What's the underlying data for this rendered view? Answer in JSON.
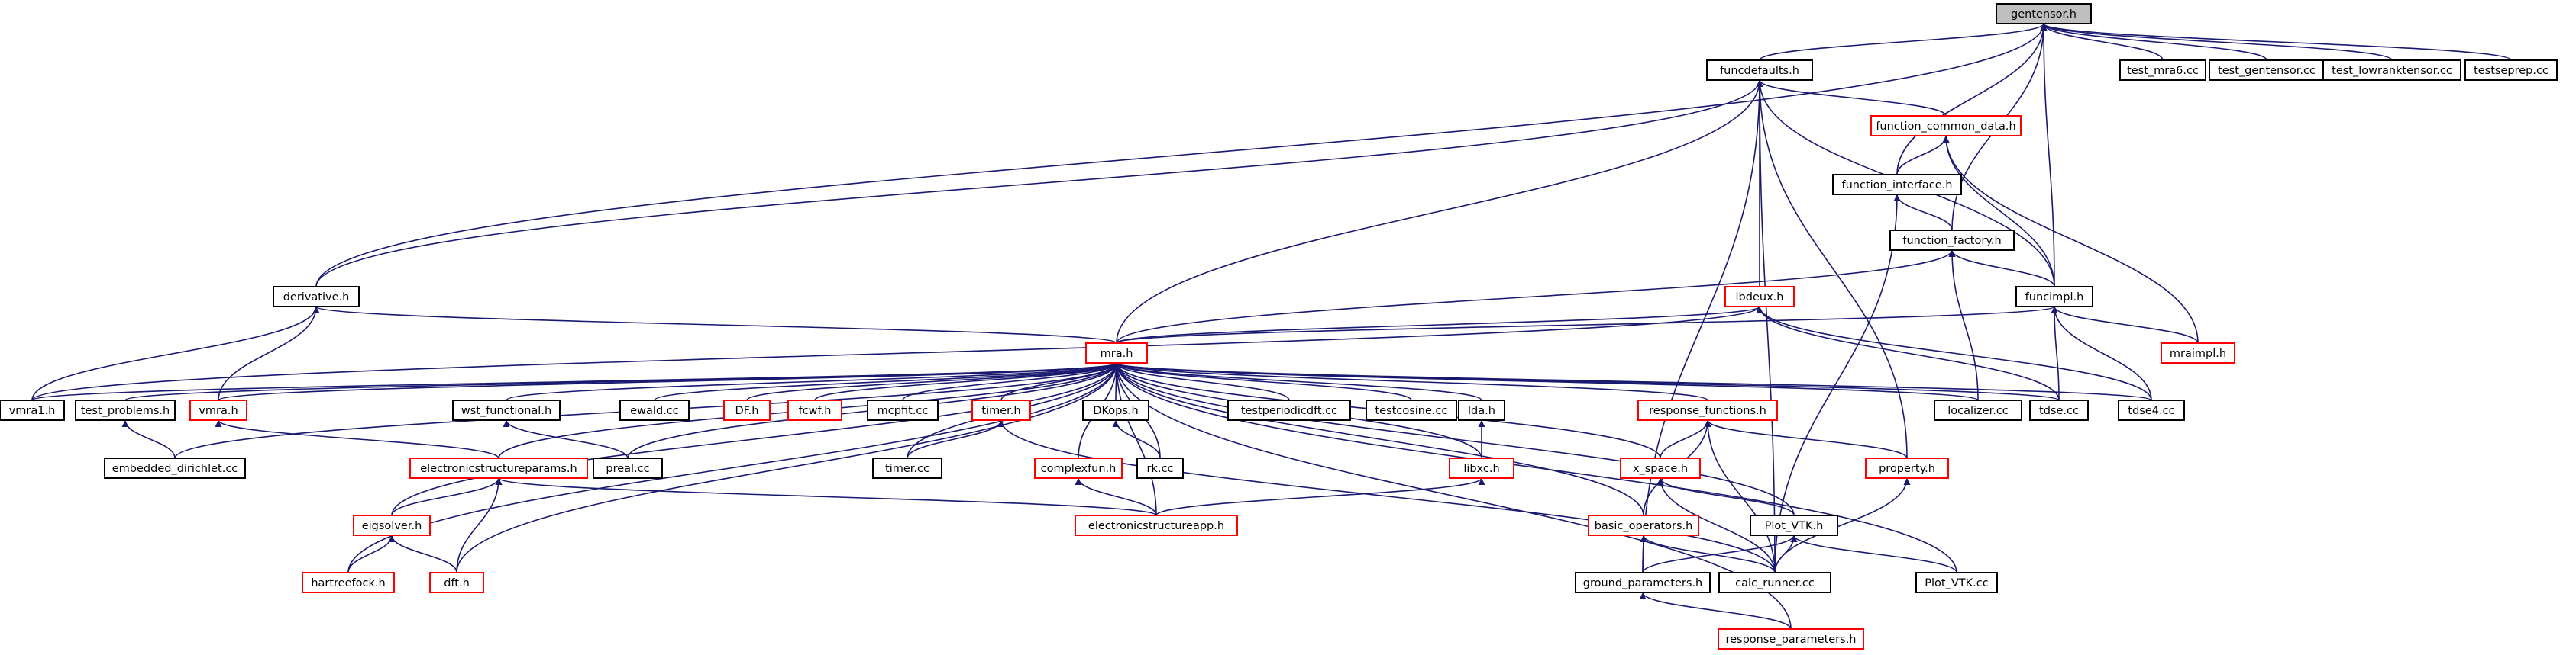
{
  "graph": {
    "colors": {
      "edge": "#191970",
      "node_border": "#000000",
      "incomplete_node_border": "#ff0000",
      "root_fill": "#bfbfbf"
    },
    "nodes": [
      {
        "id": "gentensor",
        "label": "gentensor.h",
        "style": "root"
      },
      {
        "id": "funcdefaults",
        "label": "funcdefaults.h",
        "style": "black"
      },
      {
        "id": "test_mra6",
        "label": "test_mra6.cc",
        "style": "black"
      },
      {
        "id": "test_gentensor",
        "label": "test_gentensor.cc",
        "style": "black"
      },
      {
        "id": "test_lowranktensor",
        "label": "test_lowranktensor.cc",
        "style": "black"
      },
      {
        "id": "testseprep",
        "label": "testseprep.cc",
        "style": "black"
      },
      {
        "id": "function_common_data",
        "label": "function_common_data.h",
        "style": "red"
      },
      {
        "id": "function_interface",
        "label": "function_interface.h",
        "style": "black"
      },
      {
        "id": "function_factory",
        "label": "function_factory.h",
        "style": "black"
      },
      {
        "id": "derivative",
        "label": "derivative.h",
        "style": "black"
      },
      {
        "id": "lbdeux",
        "label": "lbdeux.h",
        "style": "red"
      },
      {
        "id": "funcimpl",
        "label": "funcimpl.h",
        "style": "black"
      },
      {
        "id": "mraimpl",
        "label": "mraimpl.h",
        "style": "red"
      },
      {
        "id": "mra",
        "label": "mra.h",
        "style": "red"
      },
      {
        "id": "vmra1",
        "label": "vmra1.h",
        "style": "black"
      },
      {
        "id": "test_problems",
        "label": "test_problems.h",
        "style": "black"
      },
      {
        "id": "vmra",
        "label": "vmra.h",
        "style": "red"
      },
      {
        "id": "wst_functional",
        "label": "wst_functional.h",
        "style": "black"
      },
      {
        "id": "ewald",
        "label": "ewald.cc",
        "style": "black"
      },
      {
        "id": "DF",
        "label": "DF.h",
        "style": "red"
      },
      {
        "id": "fcwf",
        "label": "fcwf.h",
        "style": "red"
      },
      {
        "id": "mcpfit",
        "label": "mcpfit.cc",
        "style": "black"
      },
      {
        "id": "timer_h",
        "label": "timer.h",
        "style": "red"
      },
      {
        "id": "DKops",
        "label": "DKops.h",
        "style": "black"
      },
      {
        "id": "testperiodicdft",
        "label": "testperiodicdft.cc",
        "style": "black"
      },
      {
        "id": "testcosine",
        "label": "testcosine.cc",
        "style": "black"
      },
      {
        "id": "lda",
        "label": "lda.h",
        "style": "black"
      },
      {
        "id": "response_functions",
        "label": "response_functions.h",
        "style": "red"
      },
      {
        "id": "localizer",
        "label": "localizer.cc",
        "style": "black"
      },
      {
        "id": "tdse",
        "label": "tdse.cc",
        "style": "black"
      },
      {
        "id": "tdse4",
        "label": "tdse4.cc",
        "style": "black"
      },
      {
        "id": "embedded_dirichlet",
        "label": "embedded_dirichlet.cc",
        "style": "black"
      },
      {
        "id": "preal",
        "label": "preal.cc",
        "style": "black"
      },
      {
        "id": "timer_cc",
        "label": "timer.cc",
        "style": "black"
      },
      {
        "id": "rk",
        "label": "rk.cc",
        "style": "black"
      },
      {
        "id": "complexfun",
        "label": "complexfun.h",
        "style": "red"
      },
      {
        "id": "libxc",
        "label": "libxc.h",
        "style": "red"
      },
      {
        "id": "x_space",
        "label": "x_space.h",
        "style": "red"
      },
      {
        "id": "property",
        "label": "property.h",
        "style": "red"
      },
      {
        "id": "electronicstructureparams",
        "label": "electronicstructureparams.h",
        "style": "red"
      },
      {
        "id": "electronicstructureapp",
        "label": "electronicstructureapp.h",
        "style": "red"
      },
      {
        "id": "basic_operators",
        "label": "basic_operators.h",
        "style": "red"
      },
      {
        "id": "Plot_VTK_h",
        "label": "Plot_VTK.h",
        "style": "black"
      },
      {
        "id": "eigsolver",
        "label": "eigsolver.h",
        "style": "red"
      },
      {
        "id": "ground_parameters",
        "label": "ground_parameters.h",
        "style": "black"
      },
      {
        "id": "calc_runner",
        "label": "calc_runner.cc",
        "style": "black"
      },
      {
        "id": "Plot_VTK_cc",
        "label": "Plot_VTK.cc",
        "style": "black"
      },
      {
        "id": "hartreefock",
        "label": "hartreefock.h",
        "style": "red"
      },
      {
        "id": "dft",
        "label": "dft.h",
        "style": "red"
      },
      {
        "id": "response_parameters",
        "label": "response_parameters.h",
        "style": "red"
      }
    ],
    "edges": [
      [
        "funcdefaults",
        "gentensor"
      ],
      [
        "test_mra6",
        "gentensor"
      ],
      [
        "test_gentensor",
        "gentensor"
      ],
      [
        "test_lowranktensor",
        "gentensor"
      ],
      [
        "testseprep",
        "gentensor"
      ],
      [
        "derivative",
        "gentensor"
      ],
      [
        "function_interface",
        "gentensor"
      ],
      [
        "function_factory",
        "gentensor"
      ],
      [
        "funcimpl",
        "gentensor"
      ],
      [
        "function_common_data",
        "funcdefaults"
      ],
      [
        "derivative",
        "funcdefaults"
      ],
      [
        "lbdeux",
        "funcdefaults"
      ],
      [
        "mra",
        "funcdefaults"
      ],
      [
        "funcimpl",
        "funcdefaults"
      ],
      [
        "property",
        "funcdefaults"
      ],
      [
        "calc_runner",
        "funcdefaults"
      ],
      [
        "function_interface",
        "function_common_data"
      ],
      [
        "funcimpl",
        "function_common_data"
      ],
      [
        "mraimpl",
        "function_common_data"
      ],
      [
        "function_factory",
        "function_interface"
      ],
      [
        "calc_runner",
        "function_interface"
      ],
      [
        "funcimpl",
        "function_factory"
      ],
      [
        "mra",
        "function_factory"
      ],
      [
        "localizer",
        "function_factory"
      ],
      [
        "mra",
        "lbdeux"
      ],
      [
        "tdse",
        "lbdeux"
      ],
      [
        "tdse4",
        "lbdeux"
      ],
      [
        "vmra1",
        "lbdeux"
      ],
      [
        "mra",
        "funcimpl"
      ],
      [
        "mraimpl",
        "funcimpl"
      ],
      [
        "tdse",
        "funcimpl"
      ],
      [
        "tdse4",
        "funcimpl"
      ],
      [
        "mra",
        "derivative"
      ],
      [
        "vmra1",
        "derivative"
      ],
      [
        "vmra",
        "derivative"
      ],
      [
        "vmra1",
        "mra"
      ],
      [
        "test_problems",
        "mra"
      ],
      [
        "vmra",
        "mra"
      ],
      [
        "wst_functional",
        "mra"
      ],
      [
        "ewald",
        "mra"
      ],
      [
        "DF",
        "mra"
      ],
      [
        "fcwf",
        "mra"
      ],
      [
        "mcpfit",
        "mra"
      ],
      [
        "timer_h",
        "mra"
      ],
      [
        "DKops",
        "mra"
      ],
      [
        "testperiodicdft",
        "mra"
      ],
      [
        "testcosine",
        "mra"
      ],
      [
        "lda",
        "mra"
      ],
      [
        "response_functions",
        "mra"
      ],
      [
        "localizer",
        "mra"
      ],
      [
        "tdse",
        "mra"
      ],
      [
        "tdse4",
        "mra"
      ],
      [
        "embedded_dirichlet",
        "mra"
      ],
      [
        "preal",
        "mra"
      ],
      [
        "timer_cc",
        "mra"
      ],
      [
        "rk",
        "mra"
      ],
      [
        "complexfun",
        "mra"
      ],
      [
        "libxc",
        "mra"
      ],
      [
        "x_space",
        "mra"
      ],
      [
        "electronicstructureparams",
        "mra"
      ],
      [
        "electronicstructureapp",
        "mra"
      ],
      [
        "basic_operators",
        "mra"
      ],
      [
        "Plot_VTK_h",
        "mra"
      ],
      [
        "eigsolver",
        "mra"
      ],
      [
        "Plot_VTK_cc",
        "mra"
      ],
      [
        "hartreefock",
        "mra"
      ],
      [
        "dft",
        "mra"
      ],
      [
        "response_parameters",
        "mra"
      ],
      [
        "embedded_dirichlet",
        "test_problems"
      ],
      [
        "electronicstructureparams",
        "vmra"
      ],
      [
        "preal",
        "wst_functional"
      ],
      [
        "timer_cc",
        "timer_h"
      ],
      [
        "calc_runner",
        "timer_h"
      ],
      [
        "rk",
        "DKops"
      ],
      [
        "electronicstructureapp",
        "complexfun"
      ],
      [
        "libxc",
        "lda"
      ],
      [
        "electronicstructureapp",
        "libxc"
      ],
      [
        "x_space",
        "response_functions"
      ],
      [
        "property",
        "response_functions"
      ],
      [
        "basic_operators",
        "response_functions"
      ],
      [
        "calc_runner",
        "response_functions"
      ],
      [
        "Plot_VTK_h",
        "x_space"
      ],
      [
        "calc_runner",
        "x_space"
      ],
      [
        "calc_runner",
        "property"
      ],
      [
        "eigsolver",
        "electronicstructureparams"
      ],
      [
        "dft",
        "electronicstructureparams"
      ],
      [
        "electronicstructureapp",
        "electronicstructureparams"
      ],
      [
        "ground_parameters",
        "basic_operators"
      ],
      [
        "calc_runner",
        "basic_operators"
      ],
      [
        "ground_parameters",
        "Plot_VTK_h"
      ],
      [
        "calc_runner",
        "Plot_VTK_h"
      ],
      [
        "Plot_VTK_cc",
        "Plot_VTK_h"
      ],
      [
        "hartreefock",
        "eigsolver"
      ],
      [
        "dft",
        "eigsolver"
      ],
      [
        "response_parameters",
        "ground_parameters"
      ],
      [
        "ground_parameters",
        "funcdefaults"
      ]
    ]
  }
}
